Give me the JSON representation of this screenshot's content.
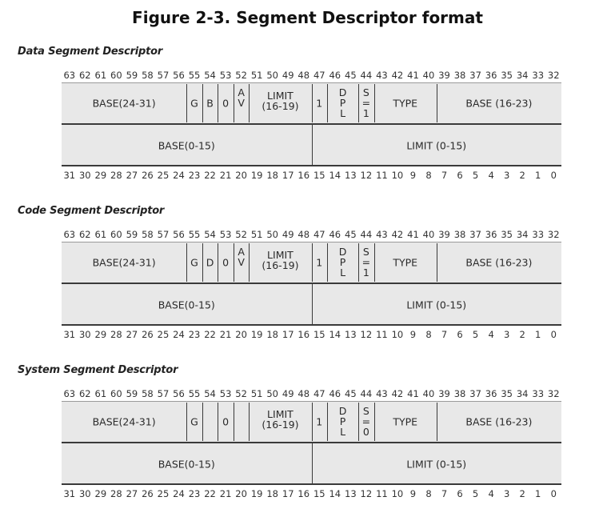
{
  "figure_title": "Figure 2-3. Segment Descriptor format",
  "bits_high": [
    "63",
    "62",
    "61",
    "60",
    "59",
    "58",
    "57",
    "56",
    "55",
    "54",
    "53",
    "52",
    "51",
    "50",
    "49",
    "48",
    "47",
    "46",
    "45",
    "44",
    "43",
    "42",
    "41",
    "40",
    "39",
    "38",
    "37",
    "36",
    "35",
    "34",
    "33",
    "32"
  ],
  "bits_low": [
    "31",
    "30",
    "29",
    "28",
    "27",
    "26",
    "25",
    "24",
    "23",
    "22",
    "21",
    "20",
    "19",
    "18",
    "17",
    "16",
    "15",
    "14",
    "13",
    "12",
    "11",
    "10",
    "9",
    "8",
    "7",
    "6",
    "5",
    "4",
    "3",
    "2",
    "1",
    "0"
  ],
  "descriptors": [
    {
      "title": "Data Segment Descriptor",
      "top_fields": {
        "base_hi": "BASE(24-31)",
        "g": "G",
        "b": "B",
        "zero": "0",
        "avl_1": "A",
        "avl_2": "V",
        "limit_1": "LIMIT",
        "limit_2": "(16-19)",
        "p": "1",
        "dpl_1": "D",
        "dpl_2": "P",
        "dpl_3": "L",
        "s_1": "S",
        "s_2": "=",
        "s_3": "1",
        "type": "TYPE",
        "base_mid": "BASE (16-23)"
      },
      "bottom_fields": {
        "base_lo": "BASE(0-15)",
        "limit_lo": "LIMIT (0-15)"
      }
    },
    {
      "title": "Code Segment Descriptor",
      "top_fields": {
        "base_hi": "BASE(24-31)",
        "g": "G",
        "b": "D",
        "zero": "0",
        "avl_1": "A",
        "avl_2": "V",
        "limit_1": "LIMIT",
        "limit_2": "(16-19)",
        "p": "1",
        "dpl_1": "D",
        "dpl_2": "P",
        "dpl_3": "L",
        "s_1": "S",
        "s_2": "=",
        "s_3": "1",
        "type": "TYPE",
        "base_mid": "BASE (16-23)"
      },
      "bottom_fields": {
        "base_lo": "BASE(0-15)",
        "limit_lo": "LIMIT (0-15)"
      }
    },
    {
      "title": "System Segment Descriptor",
      "top_fields": {
        "base_hi": "BASE(24-31)",
        "g": "G",
        "b": "",
        "zero": "0",
        "avl_1": "",
        "avl_2": "",
        "limit_1": "LIMIT",
        "limit_2": "(16-19)",
        "p": "1",
        "dpl_1": "D",
        "dpl_2": "P",
        "dpl_3": "L",
        "s_1": "S",
        "s_2": "=",
        "s_3": "0",
        "type": "TYPE",
        "base_mid": "BASE (16-23)"
      },
      "bottom_fields": {
        "base_lo": "BASE(0-15)",
        "limit_lo": "LIMIT (0-15)"
      }
    }
  ]
}
